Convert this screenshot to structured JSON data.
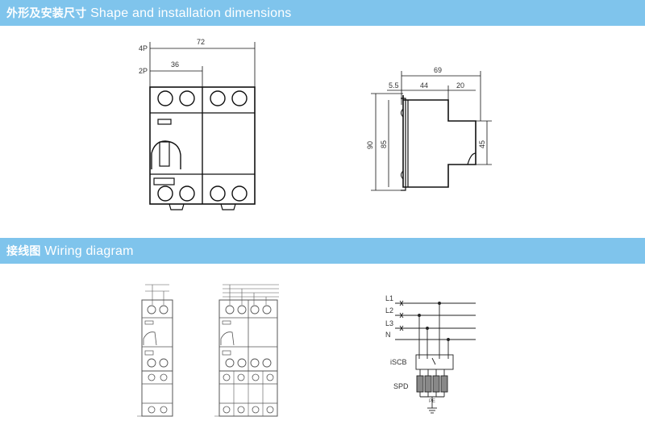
{
  "sections": {
    "shape": {
      "title_cn": "外形及安装尺寸",
      "title_en": "Shape and installation dimensions"
    },
    "wiring": {
      "title_cn": "接线图",
      "title_en": "Wiring diagram"
    }
  },
  "front_view": {
    "label_4p": "4P",
    "label_2p": "2P",
    "width_4p": "72",
    "width_2p": "36"
  },
  "side_view": {
    "depth_total": "69",
    "d_5_5": "5.5",
    "d_44": "44",
    "d_20": "20",
    "height_90": "90",
    "height_85": "85",
    "height_45": "45"
  },
  "schematic": {
    "line_labels": [
      "L1",
      "L2",
      "L3",
      "N"
    ],
    "iscb": "iSCB",
    "spd": "SPD",
    "pe": "PE"
  }
}
